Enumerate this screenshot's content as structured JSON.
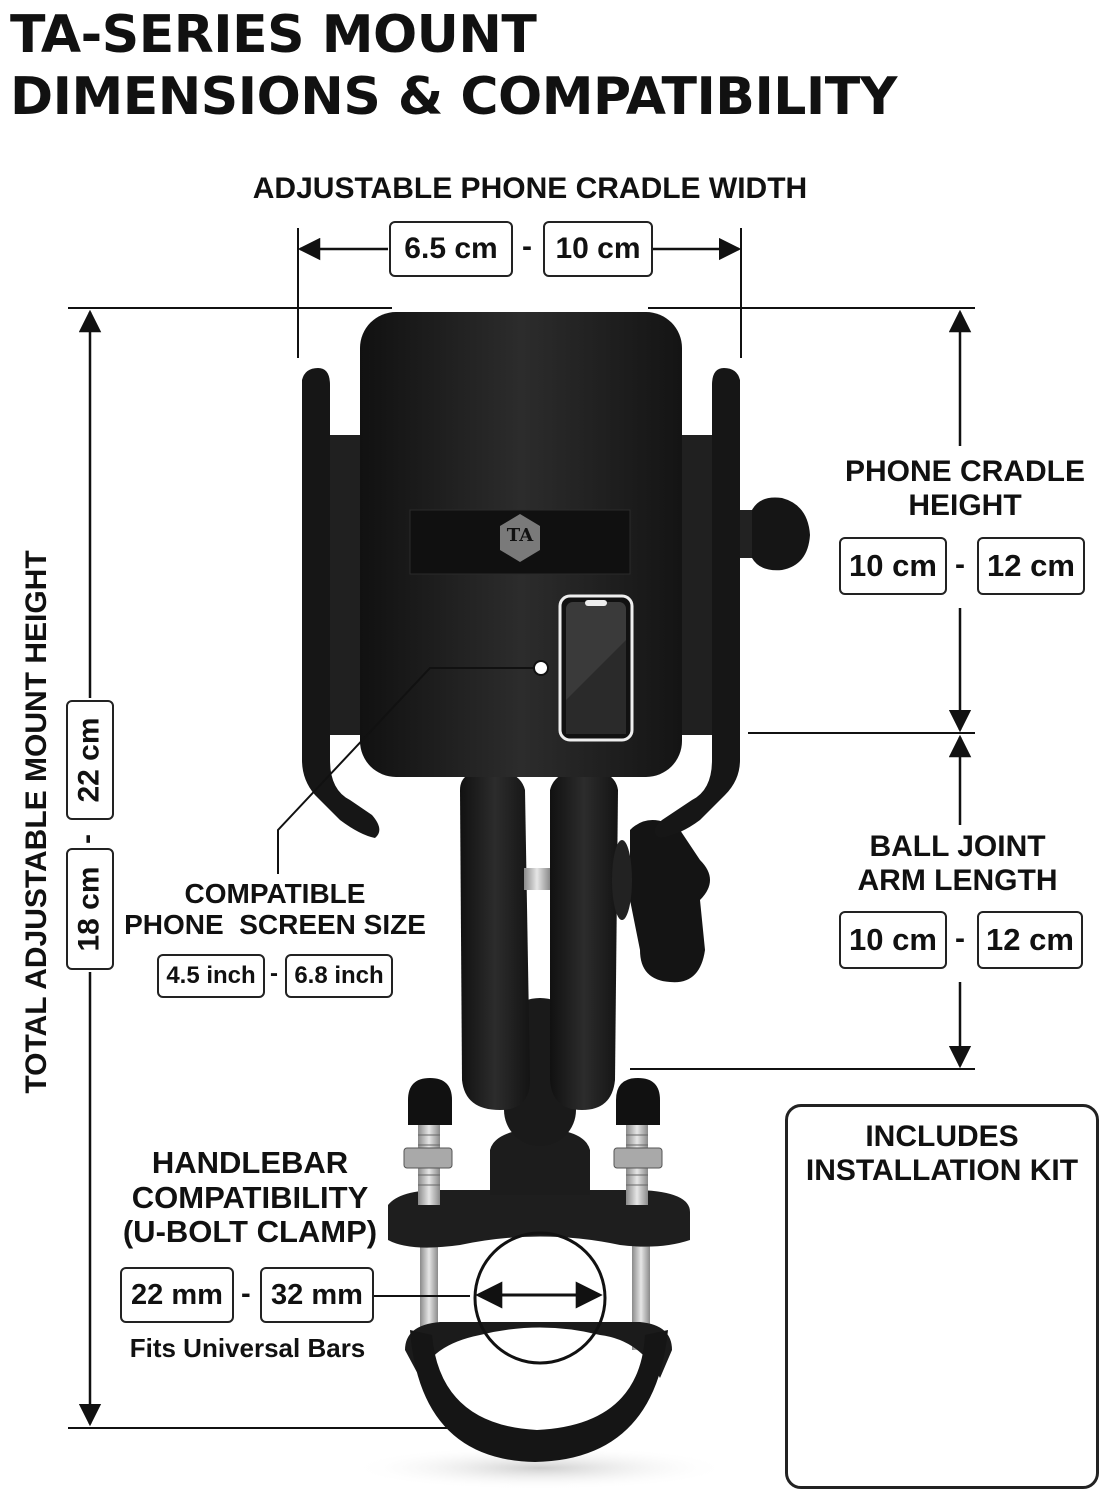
{
  "title": {
    "line1": "TA-SERIES MOUNT",
    "line2": "DIMENSIONS & COMPATIBILITY"
  },
  "cradle_width": {
    "label": "ADJUSTABLE PHONE CRADLE WIDTH",
    "min": "6.5 cm",
    "separator": "-",
    "max": "10 cm"
  },
  "cradle_height": {
    "label_line1": "PHONE CRADLE",
    "label_line2": "HEIGHT",
    "min": "10 cm",
    "separator": "-",
    "max": "12 cm"
  },
  "arm_length": {
    "label_line1": "BALL JOINT",
    "label_line2": "ARM LENGTH",
    "min": "10 cm",
    "separator": "-",
    "max": "12 cm"
  },
  "mount_height": {
    "label": "TOTAL ADJUSTABLE MOUNT HEIGHT",
    "min": "18 cm",
    "separator": "-",
    "max": "22 cm"
  },
  "screen_size": {
    "label_line1": "COMPATIBLE",
    "label_line2": "PHONE  SCREEN SIZE",
    "min": "4.5 inch",
    "separator": "-",
    "max": "6.8 inch"
  },
  "handlebar": {
    "label_line1": "HANDLEBAR",
    "label_line2": "COMPATIBILITY",
    "label_line3": "(U-BOLT CLAMP)",
    "min": "22 mm",
    "separator": "-",
    "max": "32 mm",
    "note": "Fits Universal Bars"
  },
  "kit": {
    "label_line1": "INCLUDES",
    "label_line2": "INSTALLATION KIT"
  },
  "brand_logo_text": "TA",
  "colors": {
    "mount_body": "#1c1c1c",
    "mount_highlight": "#3a3a3a",
    "steel": "#b8b8b8",
    "line": "#111111"
  }
}
